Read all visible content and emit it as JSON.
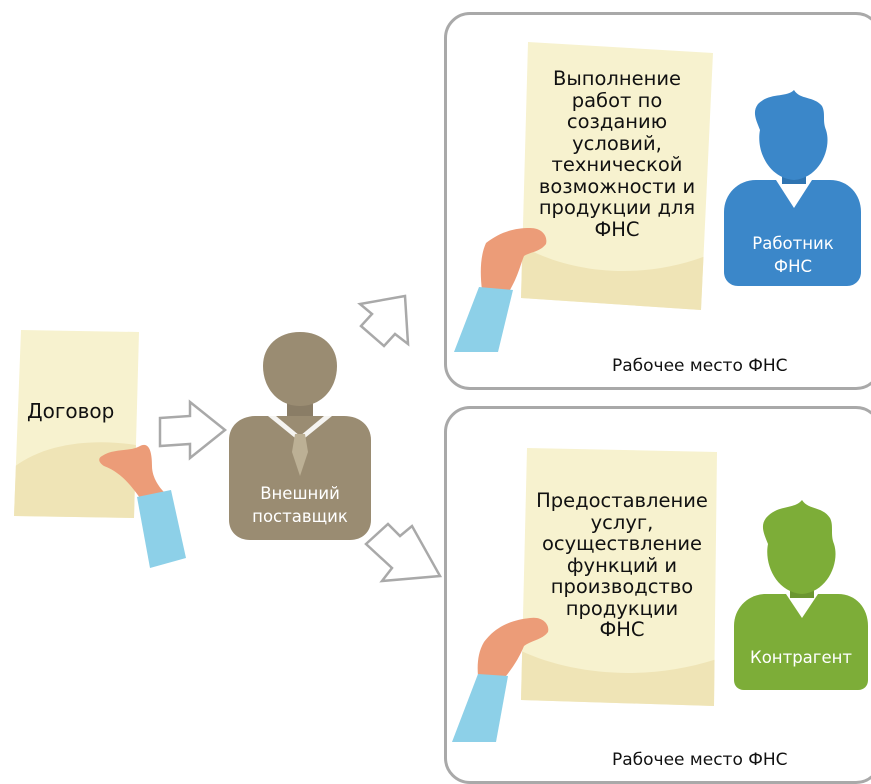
{
  "contract": {
    "label": "Договор"
  },
  "supplier": {
    "label_line1": "Внешний",
    "label_line2": "поставщик"
  },
  "workplace_top": {
    "label": "Рабочее место ФНС",
    "doc_lines": [
      "Выполнение",
      "работ по",
      "созданию",
      "условий,",
      "технической",
      "возможности и",
      "продукции для",
      "ФНС"
    ],
    "person_line1": "Работник",
    "person_line2": "ФНС"
  },
  "workplace_bottom": {
    "label": "Рабочее место ФНС",
    "doc_lines": [
      "Предоставление",
      "услуг,",
      "осуществление",
      "функций и",
      "производство",
      "продукции",
      "ФНС"
    ],
    "person_line1": "Контрагент"
  },
  "colors": {
    "paper": "#f7f2cf",
    "paper_shade": "#efe4b6",
    "hand": "#ec9c78",
    "sleeve": "#8dd0e8",
    "supplier": "#9a8c72",
    "supplier_tie": "#bcb095",
    "employee": "#3b87c9",
    "contractor": "#7dad38",
    "frame": "#a9a9a9"
  },
  "icons": [
    "document-icon",
    "hand-icon",
    "arrow-icon",
    "person-icon"
  ]
}
